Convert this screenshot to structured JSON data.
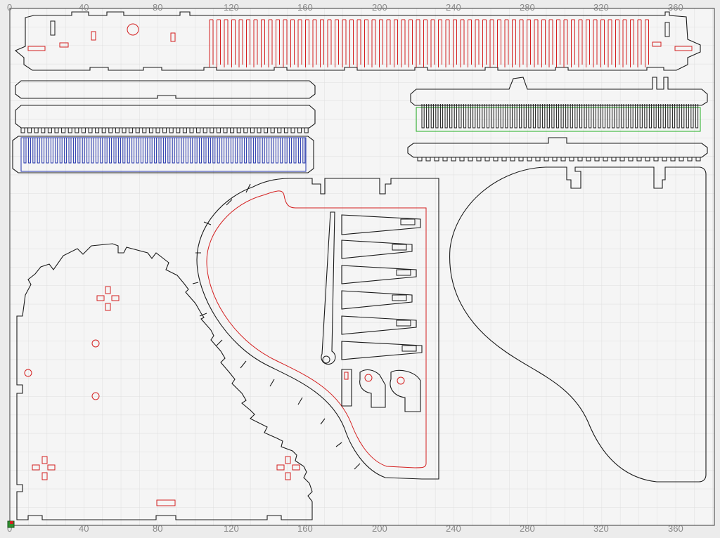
{
  "rulers": {
    "top": [
      "0",
      "40",
      "80",
      "120",
      "160",
      "200",
      "240",
      "280",
      "320",
      "360"
    ],
    "bottom": [
      "0",
      "40",
      "80",
      "120",
      "160",
      "200",
      "240",
      "280",
      "320",
      "360"
    ]
  },
  "colors": {
    "background": "#f4f4f4",
    "grid": "#dedede",
    "cut_line": "#1a1a1a",
    "red_layer": "#d42020",
    "blue_layer": "#2233aa",
    "green_layer": "#22b022",
    "origin_marker": "#2f8f2f"
  }
}
